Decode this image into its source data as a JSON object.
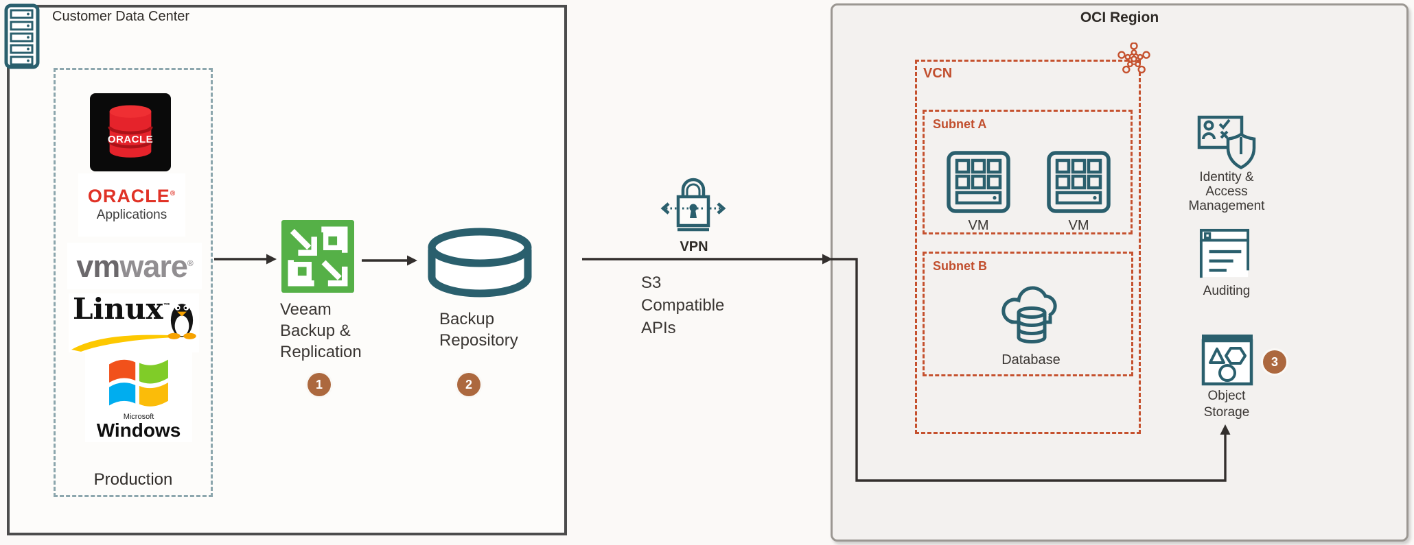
{
  "customer_dc": {
    "title": "Customer Data Center",
    "production": {
      "label": "Production",
      "oracle_db": {
        "text": "ORACLE"
      },
      "oracle_apps": {
        "brand": "ORACLE",
        "reg": "®",
        "sub": "Applications"
      },
      "vmware": {
        "vm": "vm",
        "ware": "ware",
        "reg": "®"
      },
      "linux": {
        "text": "Linux",
        "tm": "™"
      },
      "windows": {
        "brand": "Microsoft",
        "name": "Windows"
      }
    }
  },
  "veeam": {
    "lines": [
      "Veeam",
      "Backup &",
      "Replication"
    ],
    "badge": "1"
  },
  "backup_repository": {
    "lines": [
      "Backup",
      "Repository"
    ],
    "badge": "2"
  },
  "vpn": {
    "label": "VPN"
  },
  "s3": {
    "lines": [
      "S3",
      "Compatible",
      "APIs"
    ]
  },
  "oci": {
    "title": "OCI Region",
    "vcn": {
      "label": "VCN"
    },
    "subnet_a": {
      "label": "Subnet A",
      "vm1": "VM",
      "vm2": "VM"
    },
    "subnet_b": {
      "label": "Subnet B",
      "database_label": "Database"
    },
    "services": {
      "iam_lines": [
        "Identity &",
        "Access",
        "Management"
      ],
      "auditing_label": "Auditing",
      "object_storage_lines": [
        "Object",
        "Storage"
      ],
      "object_storage_badge": "3"
    }
  },
  "icons": {
    "server-icon": "rack of 5 server slots",
    "veeam-icon": "green square with arrows",
    "backup-repository-icon": "flat database cylinder",
    "vpn-lock-icon": "padlock with bidirectional arrows",
    "vcn-network-icon": "pentagon node cluster",
    "vm-icon": "compute grid box",
    "cloud-database-icon": "cloud with database cylinder",
    "iam-icon": "id card with shield",
    "auditing-icon": "log document",
    "object-storage-icon": "box with triangle hexagon circle"
  },
  "colors": {
    "teal": "#2a5f6d",
    "orange_dash": "#c5512e",
    "badge_brown": "#ac683e",
    "veeam_green": "#55b047",
    "oracle_red": "#e5232b",
    "line_black": "#332f2d",
    "oci_bg": "#f3f1ef",
    "customer_border": "#4c4c4c",
    "production_dash": "#8ca6ad",
    "windows_red": "#f1511b",
    "windows_green": "#80cc28",
    "windows_blue": "#00adef",
    "windows_yellow": "#fbbc09",
    "linux_yellow": "#fdc800",
    "vmware_gray": "#6b686b"
  }
}
